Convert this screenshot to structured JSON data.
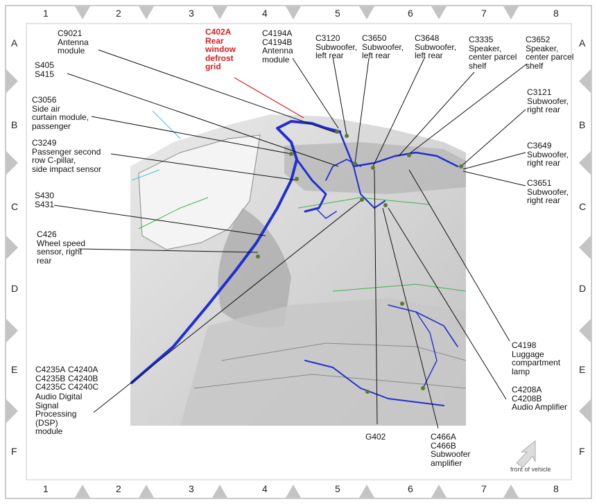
{
  "grid": {
    "columns": [
      "1",
      "2",
      "3",
      "4",
      "5",
      "6",
      "7",
      "8"
    ],
    "rows": [
      "A",
      "B",
      "C",
      "D",
      "E",
      "F"
    ]
  },
  "callouts": [
    {
      "id": "c9021",
      "lines": [
        "C9021",
        "Antenna",
        "module"
      ]
    },
    {
      "id": "c402a",
      "lines": [
        "C402A",
        "Rear",
        "window",
        "defrost",
        "grid"
      ],
      "highlight": true
    },
    {
      "id": "c4194",
      "lines": [
        "C4194A",
        "C4194B",
        "Antenna",
        "module"
      ]
    },
    {
      "id": "c3120",
      "lines": [
        "C3120",
        "Subwoofer,",
        "left rear"
      ]
    },
    {
      "id": "c3650",
      "lines": [
        "C3650",
        "Subwoofer,",
        "left rear"
      ]
    },
    {
      "id": "c3648",
      "lines": [
        "C3648",
        "Subwoofer,",
        "left rear"
      ]
    },
    {
      "id": "c3335",
      "lines": [
        "C3335",
        "Speaker,",
        "center parcel",
        "shelf"
      ]
    },
    {
      "id": "c3652",
      "lines": [
        "C3652",
        "Speaker,",
        "center parcel",
        "shelf"
      ]
    },
    {
      "id": "s405",
      "lines": [
        "S405",
        "S415"
      ]
    },
    {
      "id": "c3056",
      "lines": [
        "C3056",
        "Side air",
        "curtain module,",
        "passenger"
      ]
    },
    {
      "id": "c3249",
      "lines": [
        "C3249",
        "Passenger second",
        "row C-pillar,",
        "side impact sensor"
      ]
    },
    {
      "id": "c3121",
      "lines": [
        "C3121",
        "Subwoofer,",
        "right rear"
      ]
    },
    {
      "id": "c3649",
      "lines": [
        "C3649",
        "Subwoofer,",
        "right rear"
      ]
    },
    {
      "id": "c3651",
      "lines": [
        "C3651",
        "Subwoofer,",
        "right rear"
      ]
    },
    {
      "id": "s430",
      "lines": [
        "S430",
        "S431"
      ]
    },
    {
      "id": "c426",
      "lines": [
        "C426",
        "Wheel speed",
        "sensor, right",
        "rear"
      ]
    },
    {
      "id": "c4235",
      "lines": [
        "C4235A",
        "C4235B",
        "C4235C"
      ]
    },
    {
      "id": "c4240",
      "lines": [
        "C4240A",
        "C4240B",
        "C4240C"
      ]
    },
    {
      "id": "dsp",
      "lines": [
        "Audio Digital",
        "Signal",
        "Processing",
        "(DSP)",
        "module"
      ]
    },
    {
      "id": "c4198",
      "lines": [
        "C4198",
        "Luggage",
        "compartment",
        "lamp"
      ]
    },
    {
      "id": "c4208",
      "lines": [
        "C4208A",
        "C4208B",
        "Audio Amplifier"
      ]
    },
    {
      "id": "g402",
      "lines": [
        "G402"
      ]
    },
    {
      "id": "c466",
      "lines": [
        "C466A",
        "C466B",
        "Subwoofer",
        "amplifier"
      ]
    }
  ],
  "front_label": "front of vehicle",
  "colors": {
    "harness": "#1f2fd0",
    "highlight": "#d81e1e",
    "leader": "#111111",
    "car_body": "#b9b9b9"
  }
}
